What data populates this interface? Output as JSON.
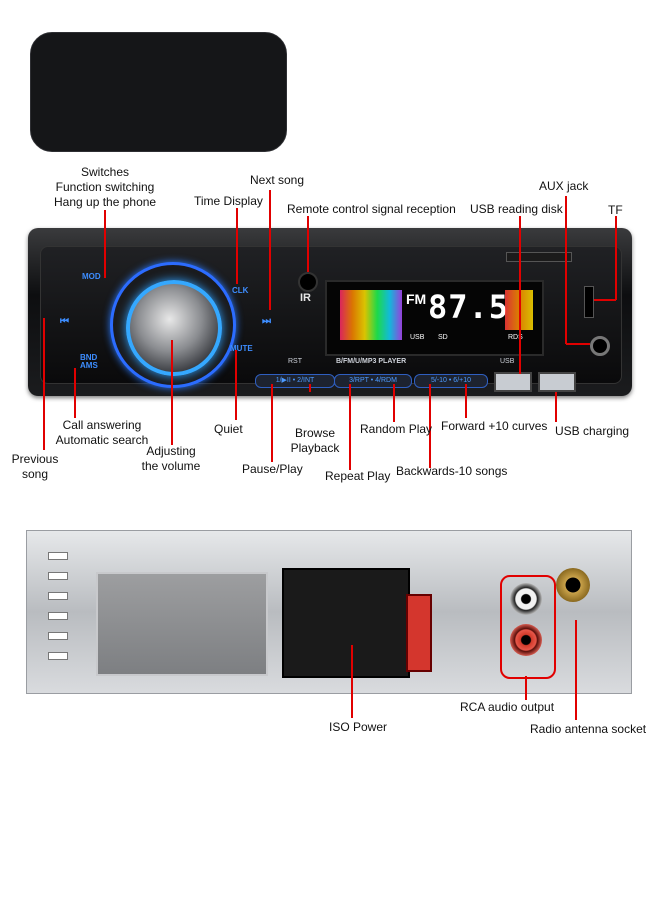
{
  "front_panel": {
    "buttons": {
      "mod": "MOD",
      "bnd": "BND AMS",
      "clk": "CLK",
      "mute": "MUTE",
      "rst": "RST",
      "p1": "1/▶II",
      "p2": "2/INT",
      "p3": "3/RPT",
      "p4": "4/RDM",
      "p5": "5/-10",
      "p6": "6/+10"
    },
    "display": {
      "band": "FM",
      "frequency": "87.5",
      "rds": "RDS",
      "usb": "USB",
      "sd": "SD"
    },
    "player_label": "B/FM/U/MP3 PLAYER",
    "ir_label": "IR",
    "usb_label": "USB"
  },
  "callouts": {
    "switches": "Switches",
    "function_switching": "Function switching",
    "hang_up": "Hang up the phone",
    "next_song": "Next song",
    "time_display": "Time Display",
    "remote_control": "Remote control signal reception",
    "usb_reading": "USB reading disk",
    "aux_jack": "AUX jack",
    "tf": "TF",
    "call_answering": "Call answering",
    "automatic_search": "Automatic search",
    "quiet": "Quiet",
    "browse": "Browse",
    "playback": "Playback",
    "random_play": "Random Play",
    "forward_curves": "Forward +10 curves",
    "usb_charging": "USB charging",
    "previous": "Previous",
    "song": "song",
    "adjusting": "Adjusting",
    "the_volume": "the volume",
    "pause_play": "Pause/Play",
    "repeat_play": "Repeat Play",
    "backwards": "Backwards-10 songs",
    "iso_power": "ISO Power",
    "rca_output": "RCA audio output",
    "antenna": "Radio antenna socket"
  },
  "colors": {
    "accent_blue": "#2f8bff",
    "callout_red": "#e10000",
    "panel_dark": "#0d0e10"
  }
}
